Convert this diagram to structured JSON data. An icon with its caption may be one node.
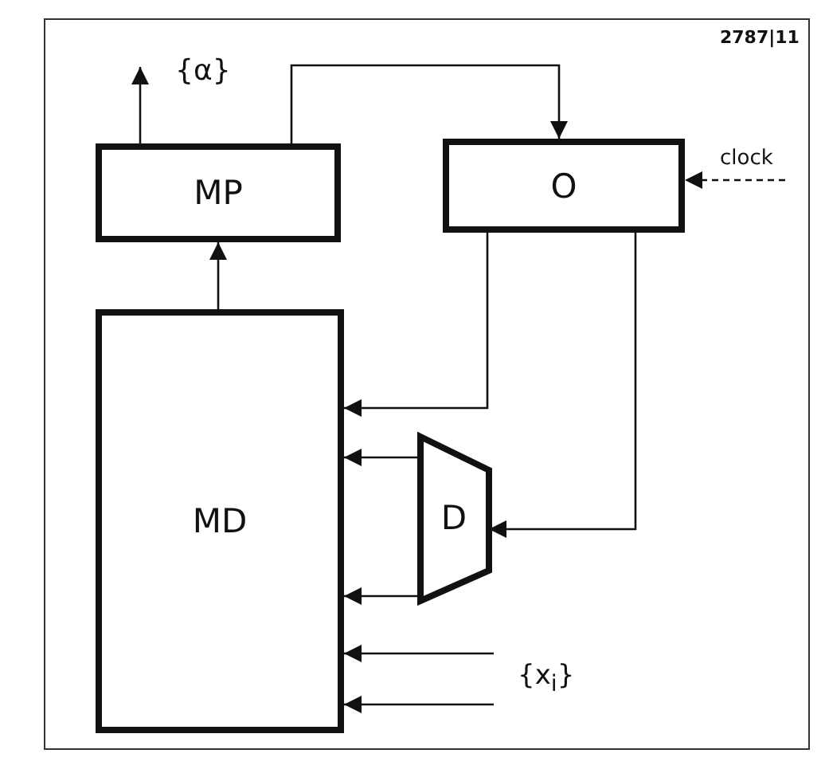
{
  "diagram": {
    "nodes": [
      {
        "text": [
          "MP"
        ]
      },
      {
        "text": [
          "O"
        ]
      },
      {
        "text": [
          "MD"
        ]
      },
      {
        "text": [
          "D"
        ]
      }
    ],
    "edges": [
      {
        "from": 0,
        "to": null,
        "arrow": "to"
      },
      {
        "from": 0,
        "to": 1,
        "arrow": "to"
      },
      {
        "from": 2,
        "to": 0,
        "arrow": "to"
      },
      {
        "from": null,
        "to": 1,
        "arrow": "to",
        "style": "dashed",
        "label": "clock"
      },
      {
        "from": 1,
        "to": 2,
        "arrow": "to"
      },
      {
        "from": 1,
        "to": 3,
        "arrow": "to"
      },
      {
        "from": 3,
        "to": 2,
        "arrow": "to"
      },
      {
        "from": 3,
        "to": 2,
        "arrow": "to"
      },
      {
        "from": null,
        "to": 2,
        "arrow": "to"
      },
      {
        "from": null,
        "to": 2,
        "arrow": "to"
      }
    ],
    "labels": [
      "2787|11",
      "{α}",
      "{x$_{i}$}"
    ]
  }
}
